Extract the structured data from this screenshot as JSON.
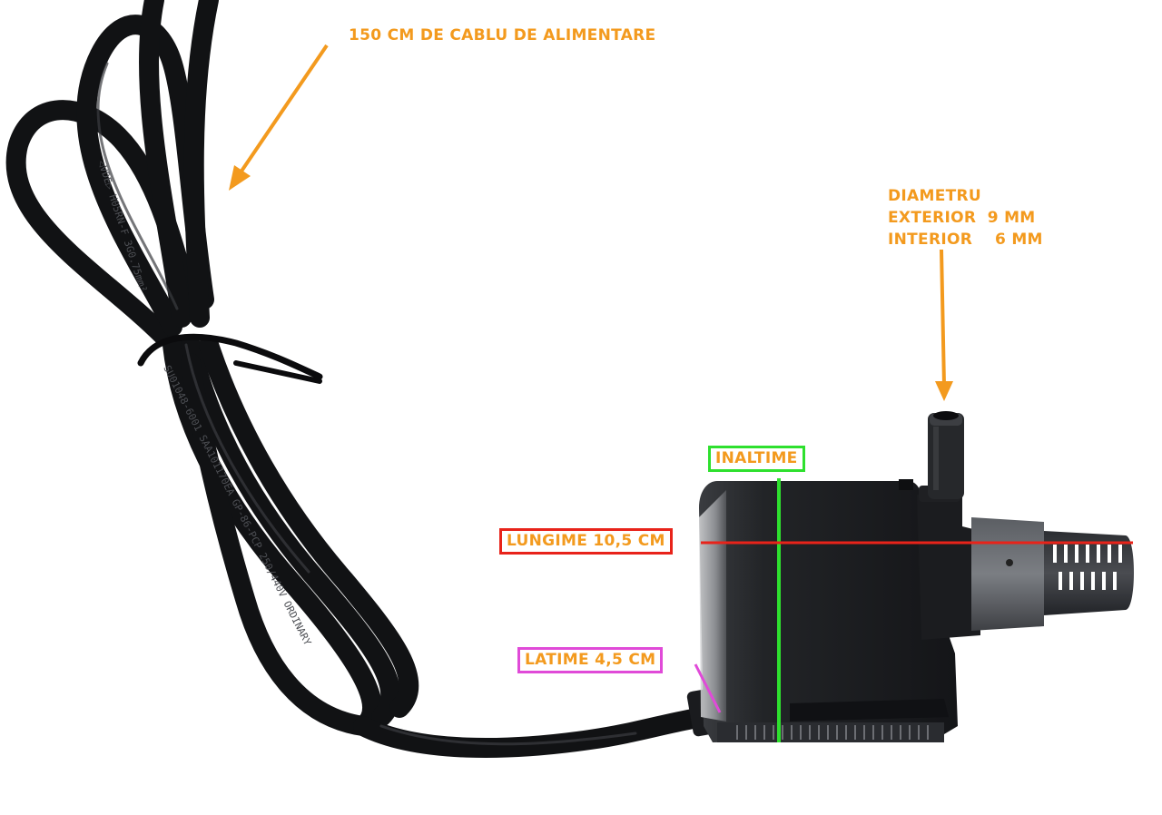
{
  "labels": {
    "cable": "150 CM DE CABLU DE ALIMENTARE",
    "diameter": "DIAMETRU\nEXTERIOR  9 MM\nINTERIOR    6 MM",
    "height": "INALTIME",
    "length": "LUNGIME 10,5 CM",
    "width": "LATIME 4,5 CM"
  },
  "cable_print": {
    "line1": "◁VDE▷  H05RN-F  3G0.75mm²",
    "line2": "SU01048-6001  SAA101170EA  GP-86-PCP  250/440V  ORDINARY"
  },
  "colors": {
    "annotation_orange": "#f39a1e",
    "height_green": "#2ee02e",
    "length_red": "#e8231a",
    "width_magenta": "#e04ad8",
    "pump_body": "#1e1f22",
    "cable": "#111214"
  }
}
